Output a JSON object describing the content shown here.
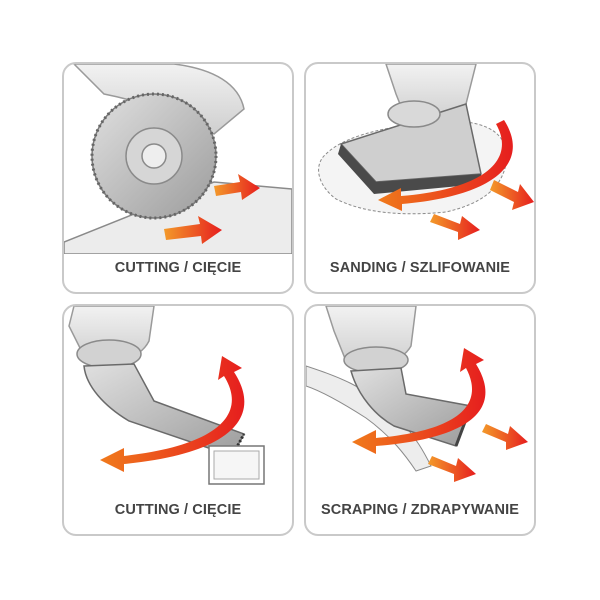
{
  "panels": [
    {
      "caption": "CUTTING / CIĘCIE",
      "illustration": "circular-saw-blade"
    },
    {
      "caption": "SANDING / SZLIFOWANIE",
      "illustration": "triangular-sanding-pad"
    },
    {
      "caption": "CUTTING / CIĘCIE",
      "illustration": "plunge-cut-blade"
    },
    {
      "caption": "SCRAPING / ZDRAPYWANIE",
      "illustration": "scraper-blade"
    }
  ],
  "colors": {
    "border": "#c9c9c9",
    "arrow_red": "#e8231f",
    "arrow_orange": "#f07a1c",
    "tool_body": "#e3e3e3",
    "tool_shadow": "#9a9a9a",
    "metal": "#b8b8b8",
    "caption_text": "#444444"
  }
}
